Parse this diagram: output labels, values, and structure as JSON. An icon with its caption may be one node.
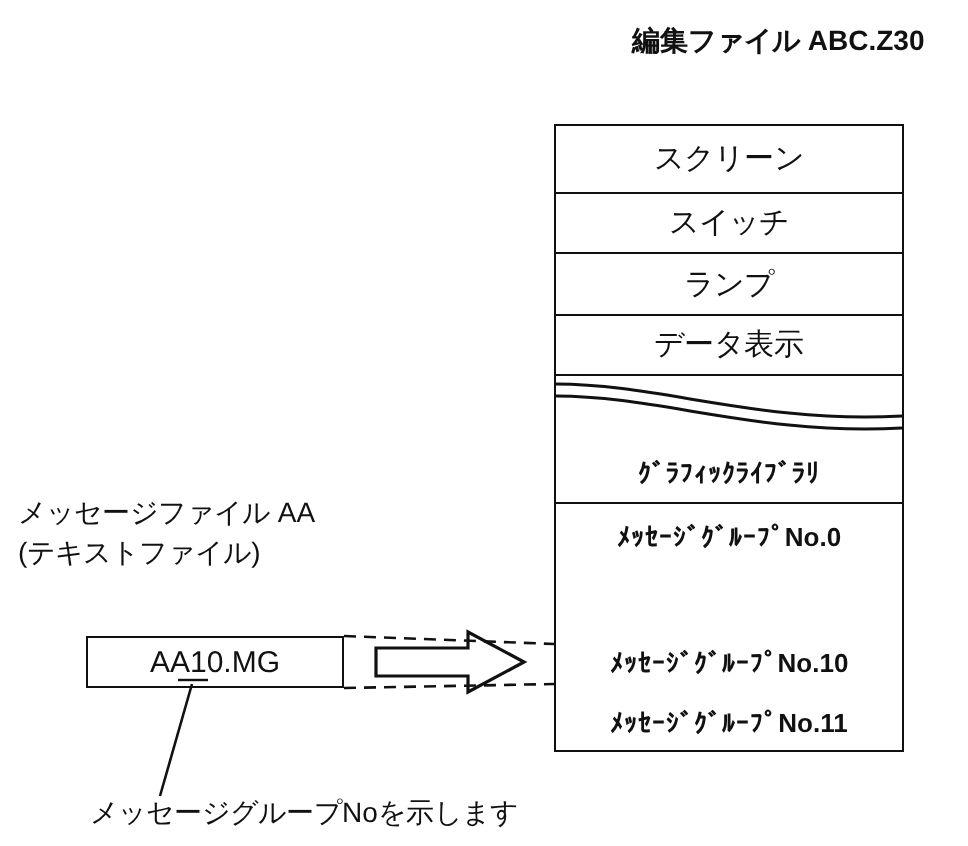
{
  "diagram": {
    "nodes": [
      {
        "text": [
          "編集ファイル ABC.Z30"
        ]
      },
      {
        "text": [
          "スクリーン"
        ],
        "in": 0
      },
      {
        "text": [
          "スイッチ"
        ],
        "in": 0
      },
      {
        "text": [
          "ランプ"
        ],
        "in": 0
      },
      {
        "text": [
          "データ表示"
        ],
        "in": 0
      },
      {
        "text": [
          "ｸﾞﾗﾌｨｯｸﾗｲﾌﾞﾗﾘ"
        ],
        "in": 0
      },
      {
        "text": [
          "ﾒｯｾｰｼﾞｸﾞﾙｰﾌﾟNo.0"
        ],
        "in": 0
      },
      {
        "text": [
          "ﾒｯｾｰｼﾞｸﾞﾙｰﾌﾟNo.10"
        ],
        "in": 0
      },
      {
        "text": [
          "ﾒｯｾｰｼﾞｸﾞﾙｰﾌﾟNo.11"
        ],
        "in": 0
      },
      {
        "text": [
          "メッセージファイル AA (テキストファイル)",
          "AA10.MG"
        ]
      },
      {
        "text": [
          "メッセージグループNoを示します"
        ]
      }
    ],
    "edges": [
      {
        "from": 9,
        "to": 7,
        "arrow": "to"
      },
      {
        "from": 9,
        "to": 7,
        "arrow": "none",
        "style": "dashed"
      },
      {
        "from": 9,
        "to": 7,
        "arrow": "none",
        "style": "dashed"
      },
      {
        "from": 10,
        "to": 9,
        "arrow": "none"
      }
    ]
  }
}
